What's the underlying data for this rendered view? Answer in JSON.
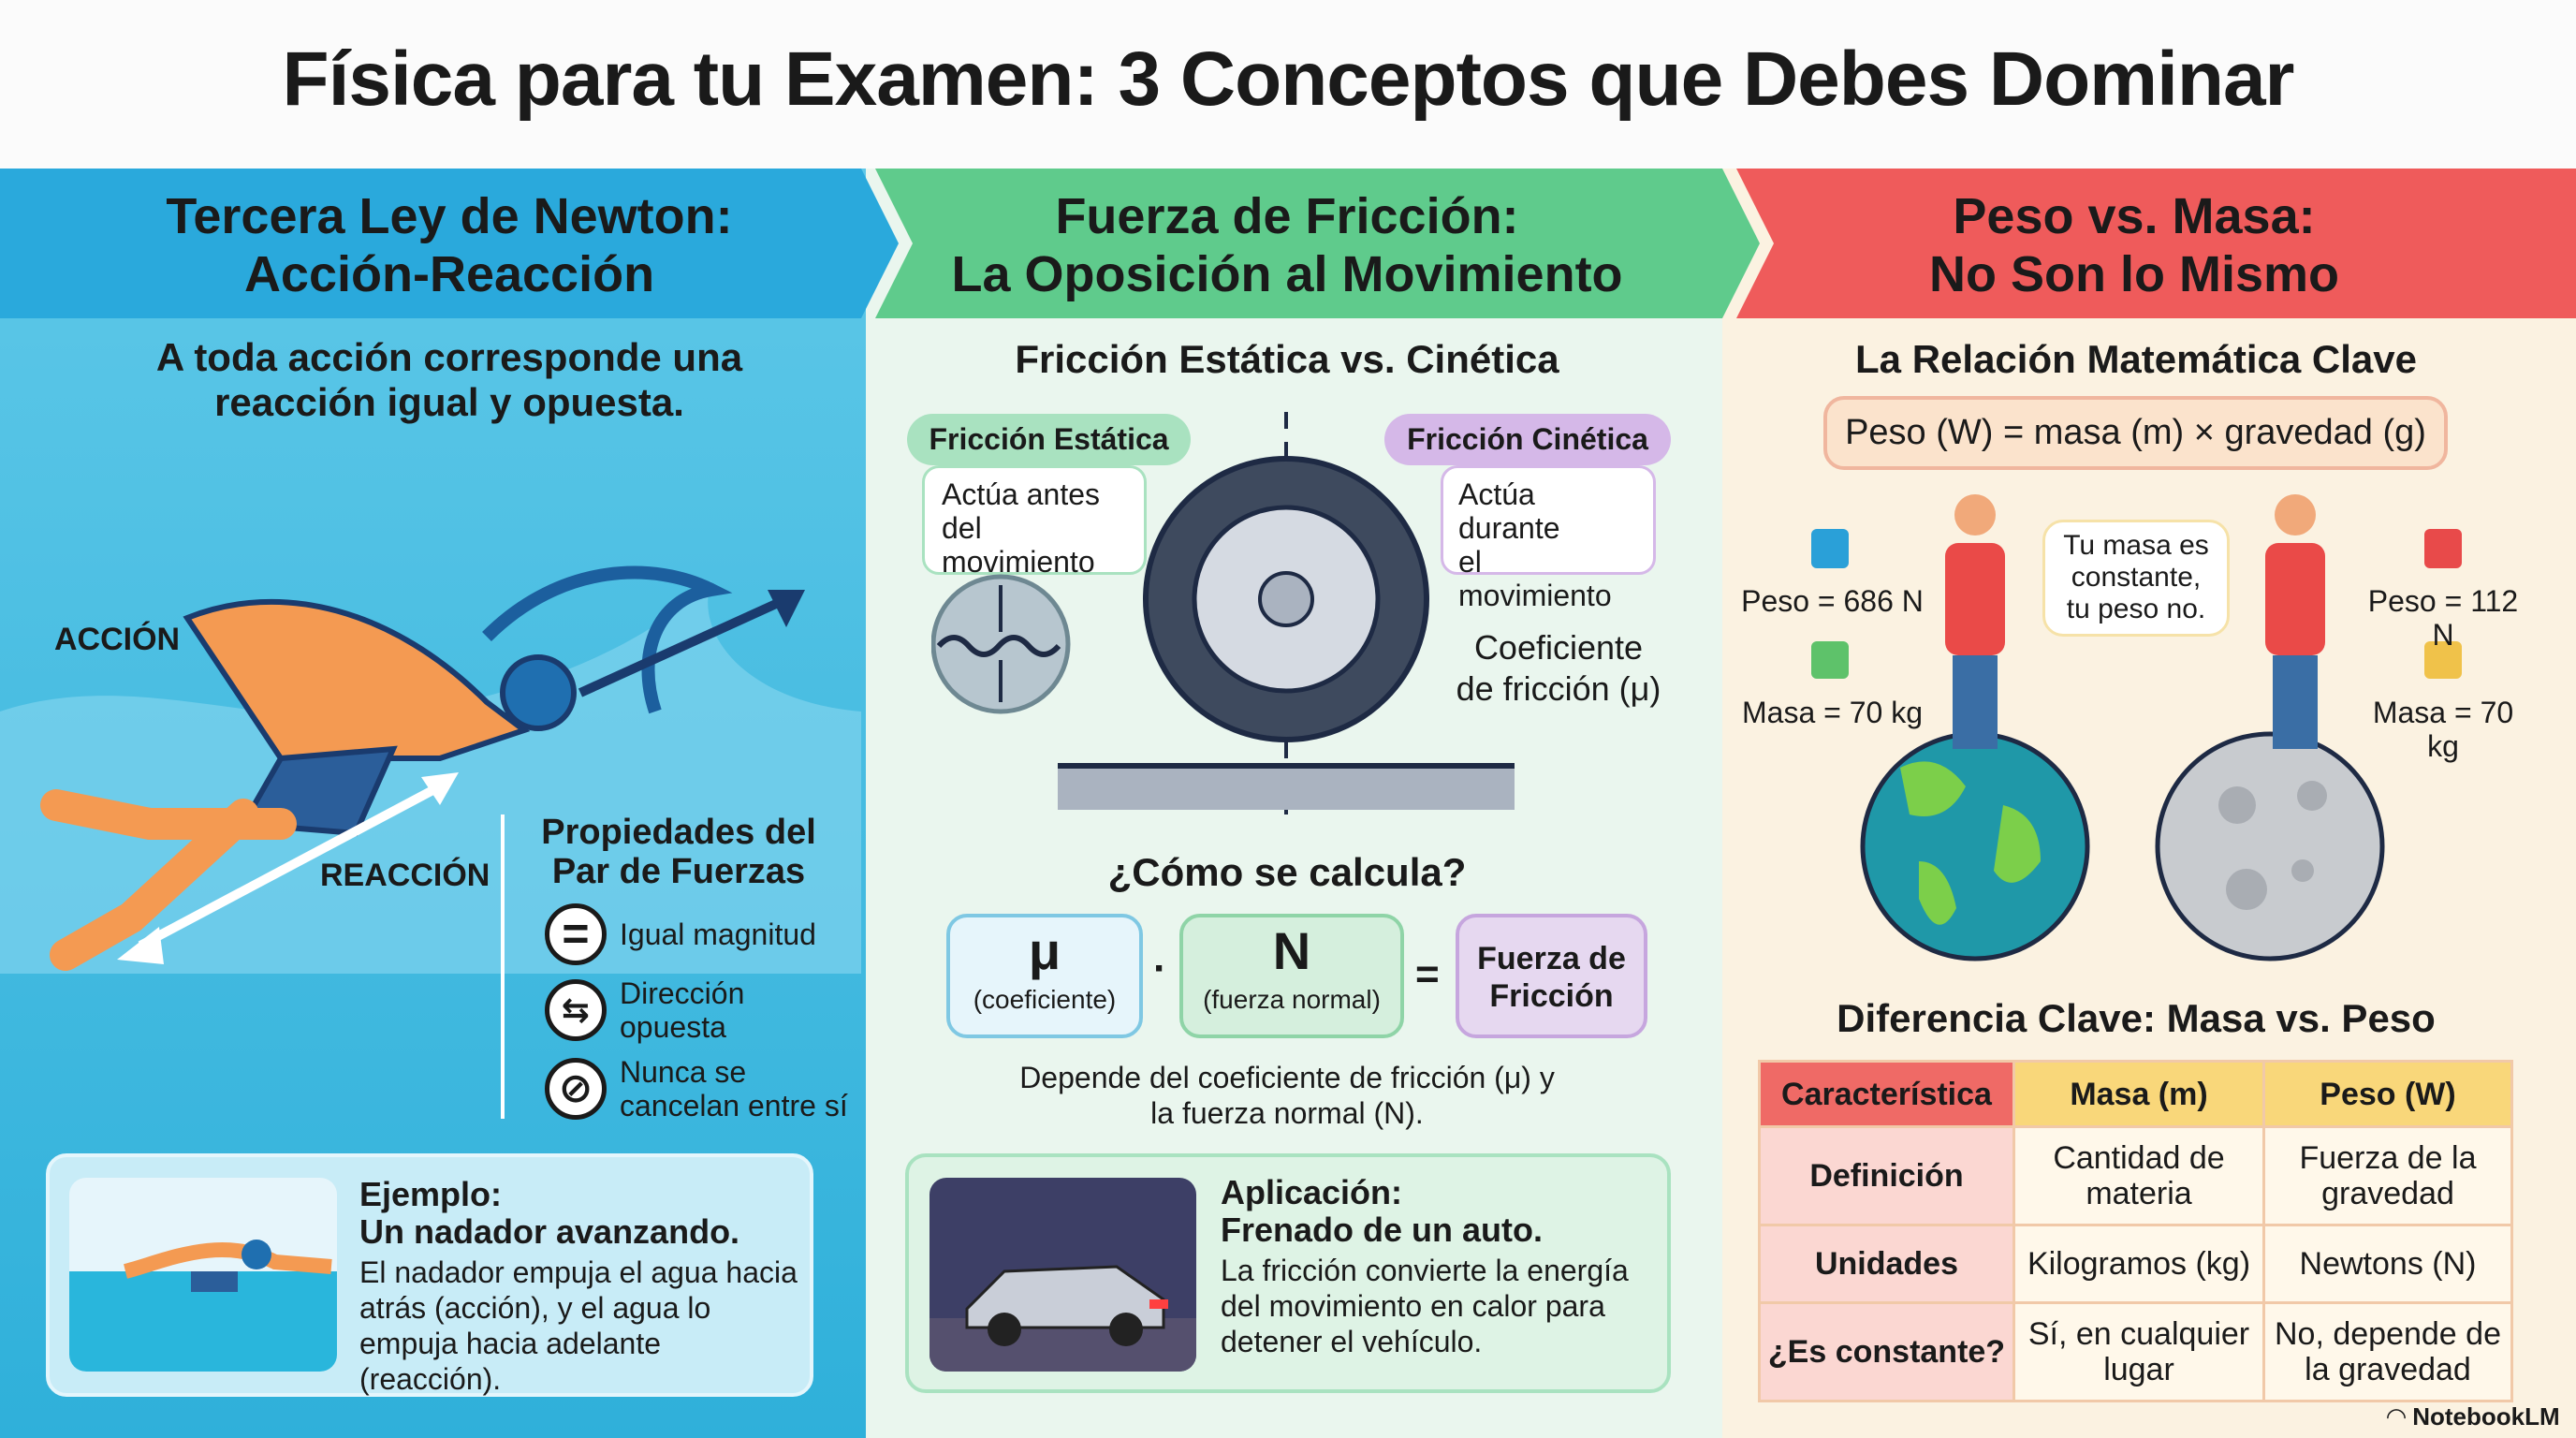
{
  "title": "Física para tu Examen: 3 Conceptos que Debes Dominar",
  "colors": {
    "newton": "#2aa9dc",
    "friction": "#5fcb8c",
    "weight": "#ef5b5b"
  },
  "newton": {
    "header": [
      "Tercera Ley de Newton:",
      "Acción-Reacción"
    ],
    "subtitle": [
      "A toda acción corresponde una",
      "reacción igual y opuesta."
    ],
    "action_label": "ACCIÓN",
    "reaction_label": "REACCIÓN",
    "properties_title": [
      "Propiedades del",
      "Par de Fuerzas"
    ],
    "properties": [
      {
        "icon": "equals-icon",
        "text": [
          "Igual magnitud"
        ]
      },
      {
        "icon": "opposite-arrows-icon",
        "text": [
          "Dirección",
          "opuesta"
        ]
      },
      {
        "icon": "no-cancel-icon",
        "text": [
          "Nunca se",
          "cancelan entre sí"
        ]
      }
    ],
    "example": {
      "title": [
        "Ejemplo:",
        "Un nadador avanzando."
      ],
      "text": [
        "El nadador empuja el agua hacia",
        "atrás (acción), y el agua lo",
        "empuja hacia adelante (reacción)."
      ]
    }
  },
  "friction": {
    "header": [
      "Fuerza de Fricción:",
      "La Oposición al Movimiento"
    ],
    "subtitle": "Fricción Estática vs. Cinética",
    "static": {
      "label": "Fricción Estática",
      "desc": [
        "Actúa antes",
        "del movimiento"
      ]
    },
    "kinetic": {
      "label": "Fricción Cinética",
      "desc": [
        "Actúa durante",
        "el movimiento"
      ]
    },
    "coef": [
      "Coeficiente",
      "de fricción (μ)"
    ],
    "calc_title": "¿Cómo se calcula?",
    "formula": {
      "mu": "μ",
      "mu_label": "(coeficiente)",
      "dot": "·",
      "n": "N",
      "n_label": "(fuerza normal)",
      "eq": "=",
      "result": [
        "Fuerza de",
        "Fricción"
      ]
    },
    "depends": [
      "Depende del coeficiente de fricción (μ) y",
      "la fuerza normal (N)."
    ],
    "application": {
      "title": [
        "Aplicación:",
        "Frenado de un auto."
      ],
      "text": [
        "La fricción convierte la energía",
        "del movimiento en calor para",
        "detener el vehículo."
      ]
    }
  },
  "weight": {
    "header": [
      "Peso vs. Masa:",
      "No Son lo Mismo"
    ],
    "subtitle": "La Relación Matemática Clave",
    "formula": "Peso (W) = masa (m) × gravedad (g)",
    "earth": {
      "weight": "Peso = 686 N",
      "mass": "Masa = 70 kg"
    },
    "moon": {
      "weight": "Peso = 112 N",
      "mass": "Masa = 70 kg"
    },
    "bubble": [
      "Tu masa es",
      "constante,",
      "tu peso no."
    ],
    "table_title": "Diferencia Clave: Masa vs. Peso",
    "table": {
      "headers": [
        "Característica",
        "Masa (m)",
        "Peso (W)"
      ],
      "rows": [
        [
          "Definición",
          "Cantidad de materia",
          "Fuerza de la gravedad"
        ],
        [
          "Unidades",
          "Kilogramos (kg)",
          "Newtons (N)"
        ],
        [
          "¿Es constante?",
          "Sí, en cualquier lugar",
          "No, depende de la gravedad"
        ]
      ]
    }
  },
  "brand": "NotebookLM"
}
